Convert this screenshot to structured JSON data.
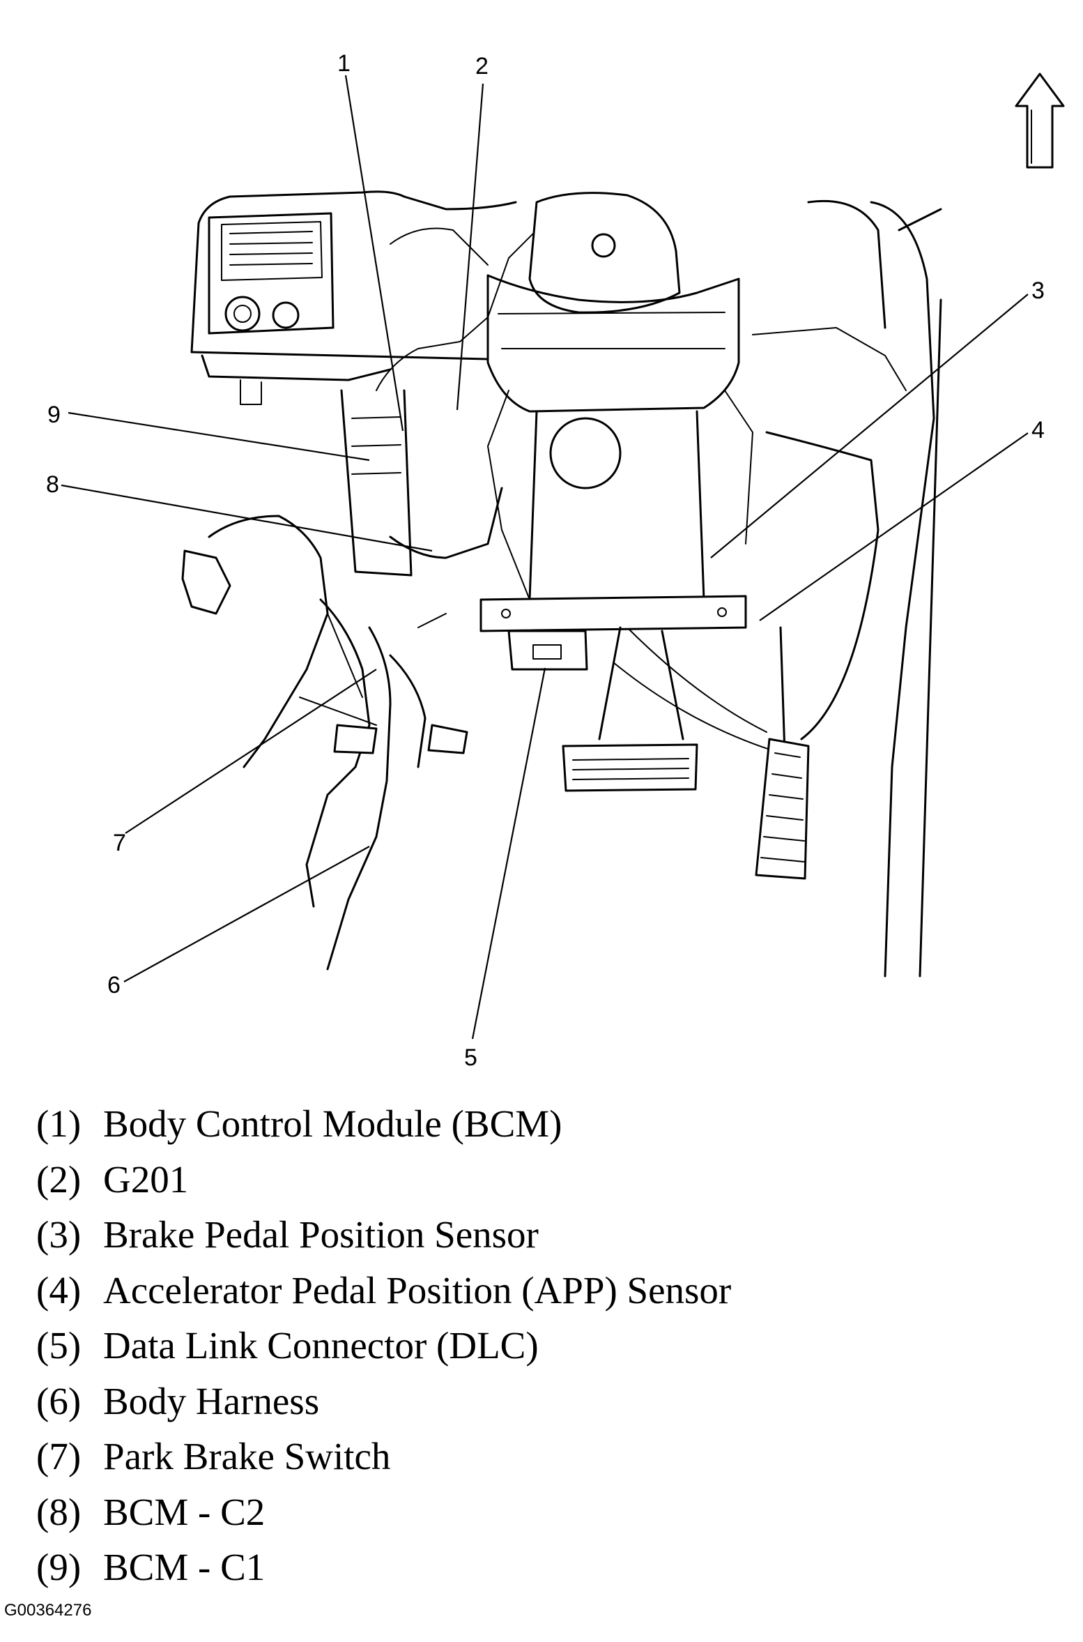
{
  "callouts": [
    "1",
    "2",
    "3",
    "4",
    "5",
    "6",
    "7",
    "8",
    "9"
  ],
  "legend": [
    {
      "num": "(1)",
      "label": "Body Control Module (BCM)"
    },
    {
      "num": "(2)",
      "label": "G201"
    },
    {
      "num": "(3)",
      "label": "Brake Pedal Position Sensor"
    },
    {
      "num": "(4)",
      "label": "Accelerator Pedal Position (APP) Sensor"
    },
    {
      "num": "(5)",
      "label": "Data Link Connector (DLC)"
    },
    {
      "num": "(6)",
      "label": "Body Harness"
    },
    {
      "num": "(7)",
      "label": "Park Brake Switch"
    },
    {
      "num": "(8)",
      "label": "BCM - C2"
    },
    {
      "num": "(9)",
      "label": "BCM - C1"
    }
  ],
  "figure_id": "G00364276",
  "icons": {
    "orientation": "up-arrow-icon"
  }
}
